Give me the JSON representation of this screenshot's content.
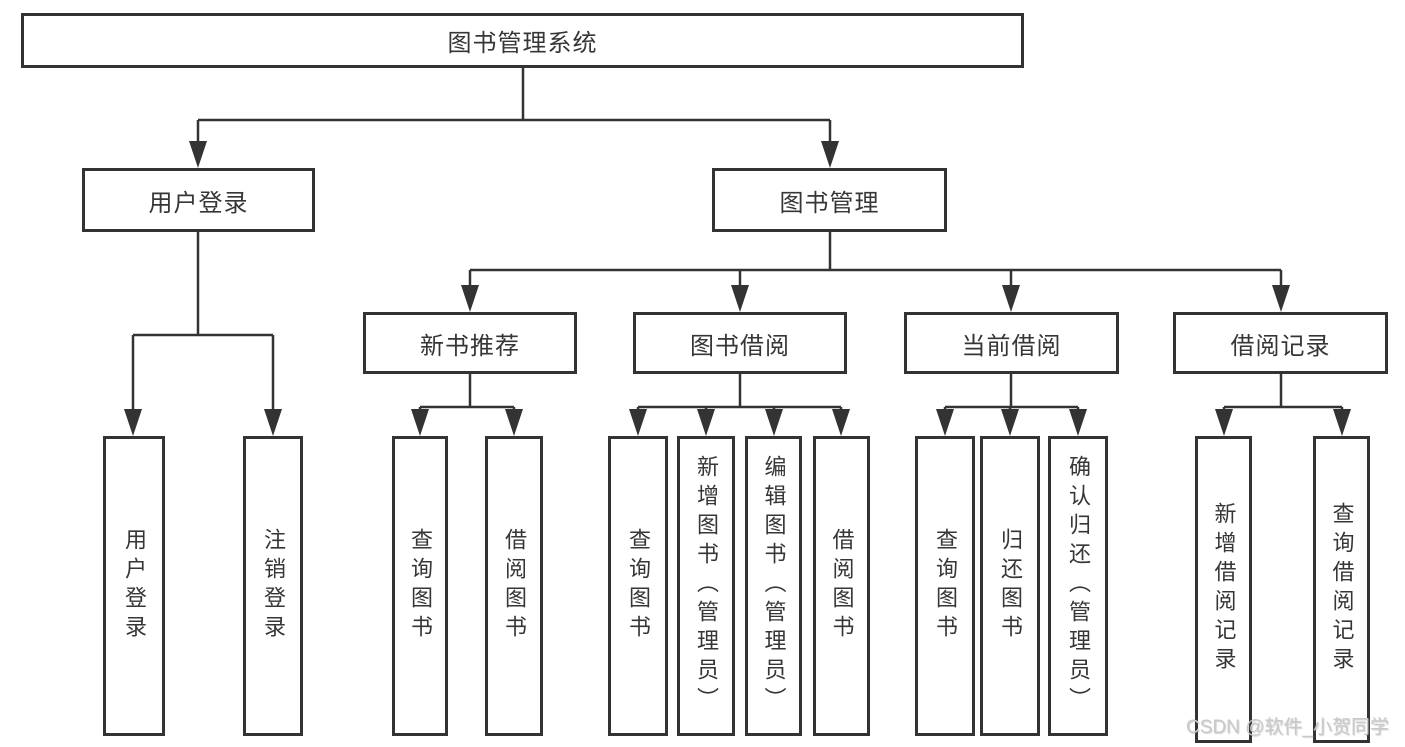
{
  "diagram": {
    "title": "图书管理系统",
    "level2": {
      "user_login": "用户登录",
      "book_mgmt": "图书管理"
    },
    "level3": {
      "new_books": "新书推荐",
      "book_borrow": "图书借阅",
      "current_borrow": "当前借阅",
      "borrow_records": "借阅记录"
    },
    "leaves": {
      "user_login_login": "用户登录",
      "user_login_logout": "注销登录",
      "new_books_query": "查询图书",
      "new_books_borrow": "借阅图书",
      "book_borrow_query": "查询图书",
      "book_borrow_add": "新增图书（管理员）",
      "book_borrow_edit": "编辑图书（管理员）",
      "book_borrow_borrow": "借阅图书",
      "current_borrow_query": "查询图书",
      "current_borrow_return": "归还图书",
      "current_borrow_confirm": "确认归还（管理员）",
      "borrow_records_add": "新增借阅记录",
      "borrow_records_query": "查询借阅记录"
    },
    "watermark": "CSDN @软件_小贺同学"
  },
  "colors": {
    "line": "#333333",
    "border": "#333333",
    "text": "#363636",
    "watermark": "#c9c9c9"
  }
}
